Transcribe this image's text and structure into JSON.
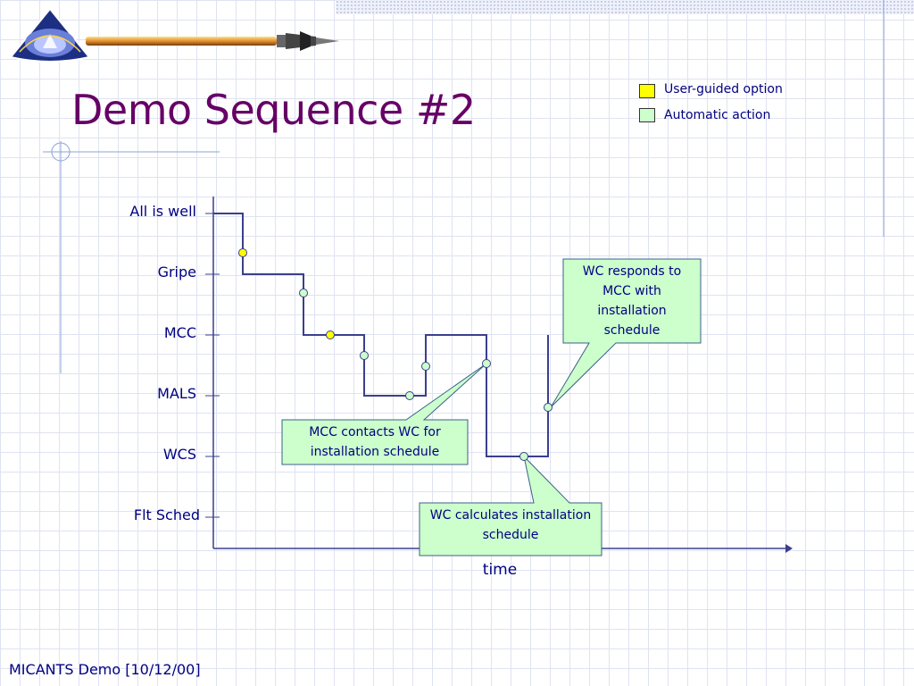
{
  "slide": {
    "title": "Demo Sequence #2",
    "footer": "MICANTS Demo [10/12/00]"
  },
  "legend": [
    {
      "label": "User-guided option",
      "color": "#ffff00"
    },
    {
      "label": "Automatic action",
      "color": "#ccffcc"
    }
  ],
  "y_levels": [
    "All is well",
    "Gripe",
    "MCC",
    "MALS",
    "WCS",
    "Flt Sched"
  ],
  "x_axis_label": "time",
  "callouts": {
    "wc_responds": "WC responds to MCC with installation schedule",
    "mcc_contacts": "MCC contacts WC for installation schedule",
    "wc_calculates": "WC calculates installation schedule"
  },
  "colors": {
    "title": "#660066",
    "text": "#000080",
    "line": "#3b3f8c",
    "user_guided": "#ffff00",
    "automatic": "#ccffcc"
  },
  "icons": [
    "logo-emblem",
    "pen-icon"
  ]
}
